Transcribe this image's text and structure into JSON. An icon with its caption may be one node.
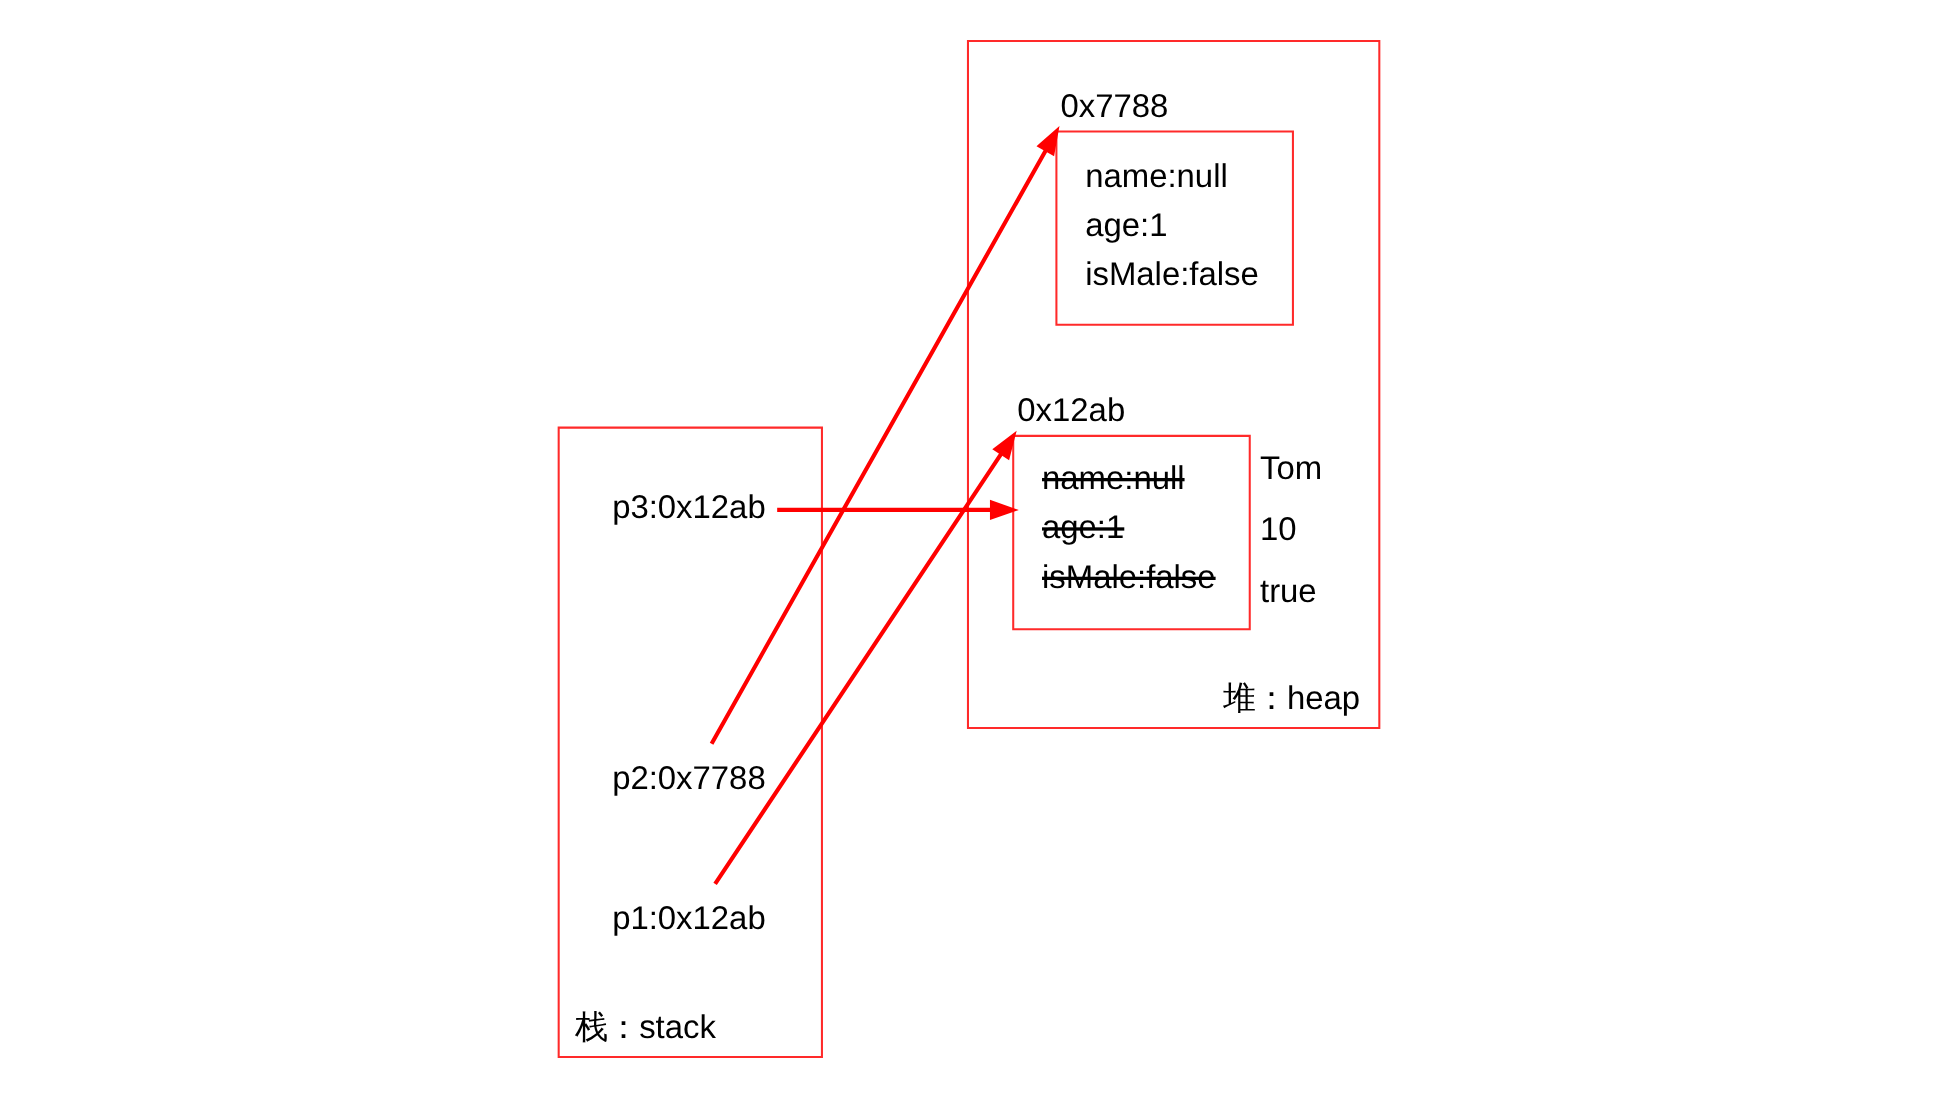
{
  "diagram": {
    "nodes": [
      {
        "text": [
          "栈：stack"
        ]
      },
      {
        "text": [
          "p3:0x12ab"
        ],
        "in": 0
      },
      {
        "text": [
          "p2:0x7788"
        ],
        "in": 0
      },
      {
        "text": [
          "p1:0x12ab"
        ],
        "in": 0
      },
      {
        "text": [
          "堆：heap"
        ]
      },
      {
        "text": [
          "0x7788",
          "name:null",
          "age:1",
          "isMale:false"
        ],
        "in": 4
      },
      {
        "text": [
          "0x12ab",
          "name:null",
          "age:1",
          "isMale:false"
        ],
        "beside": [
          "Tom",
          "10",
          "true"
        ],
        "in": 4
      }
    ],
    "edges": [
      {
        "from": 1,
        "to": 6,
        "arrow": "to"
      },
      {
        "from": 2,
        "to": 5,
        "arrow": "to"
      },
      {
        "from": 3,
        "to": 6,
        "arrow": "to"
      }
    ]
  }
}
